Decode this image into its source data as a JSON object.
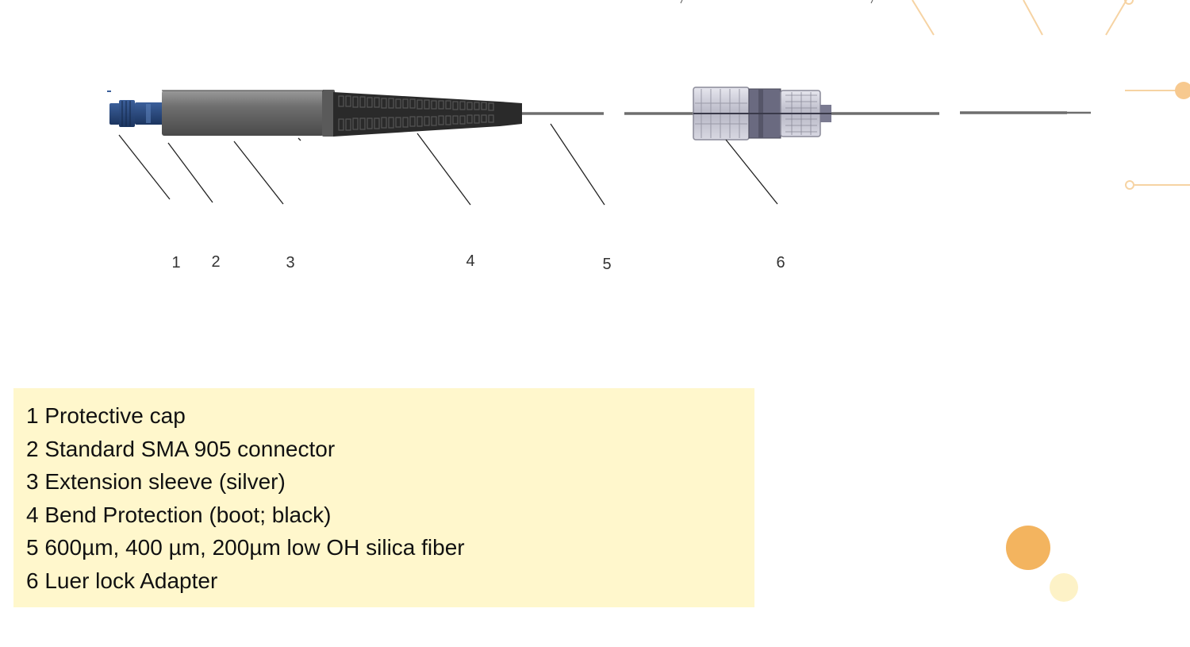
{
  "colors": {
    "legend_bg": "#fff7cc",
    "accent_orange": "#f3b45f",
    "accent_light": "#fdf2c7",
    "decor_line": "#f6d3a3",
    "connector_blue": "#2c4a7a",
    "sleeve_gray": "#7a7a7a",
    "boot_black": "#2a2a2a",
    "fiber_gray": "#6e6e6e"
  },
  "diagram": {
    "callouts": [
      {
        "number": "1",
        "part": "protective-cap"
      },
      {
        "number": "2",
        "part": "sma-connector"
      },
      {
        "number": "3",
        "part": "extension-sleeve"
      },
      {
        "number": "4",
        "part": "bend-protection-boot"
      },
      {
        "number": "5",
        "part": "silica-fiber"
      },
      {
        "number": "6",
        "part": "luer-lock-adapter"
      }
    ]
  },
  "legend": {
    "items": [
      "1 Protective cap",
      "2 Standard SMA 905 connector",
      "3 Extension sleeve (silver)",
      "4 Bend Protection (boot; black)",
      "5 600µm, 400 µm, 200µm low OH silica fiber",
      "6 Luer lock Adapter"
    ]
  }
}
